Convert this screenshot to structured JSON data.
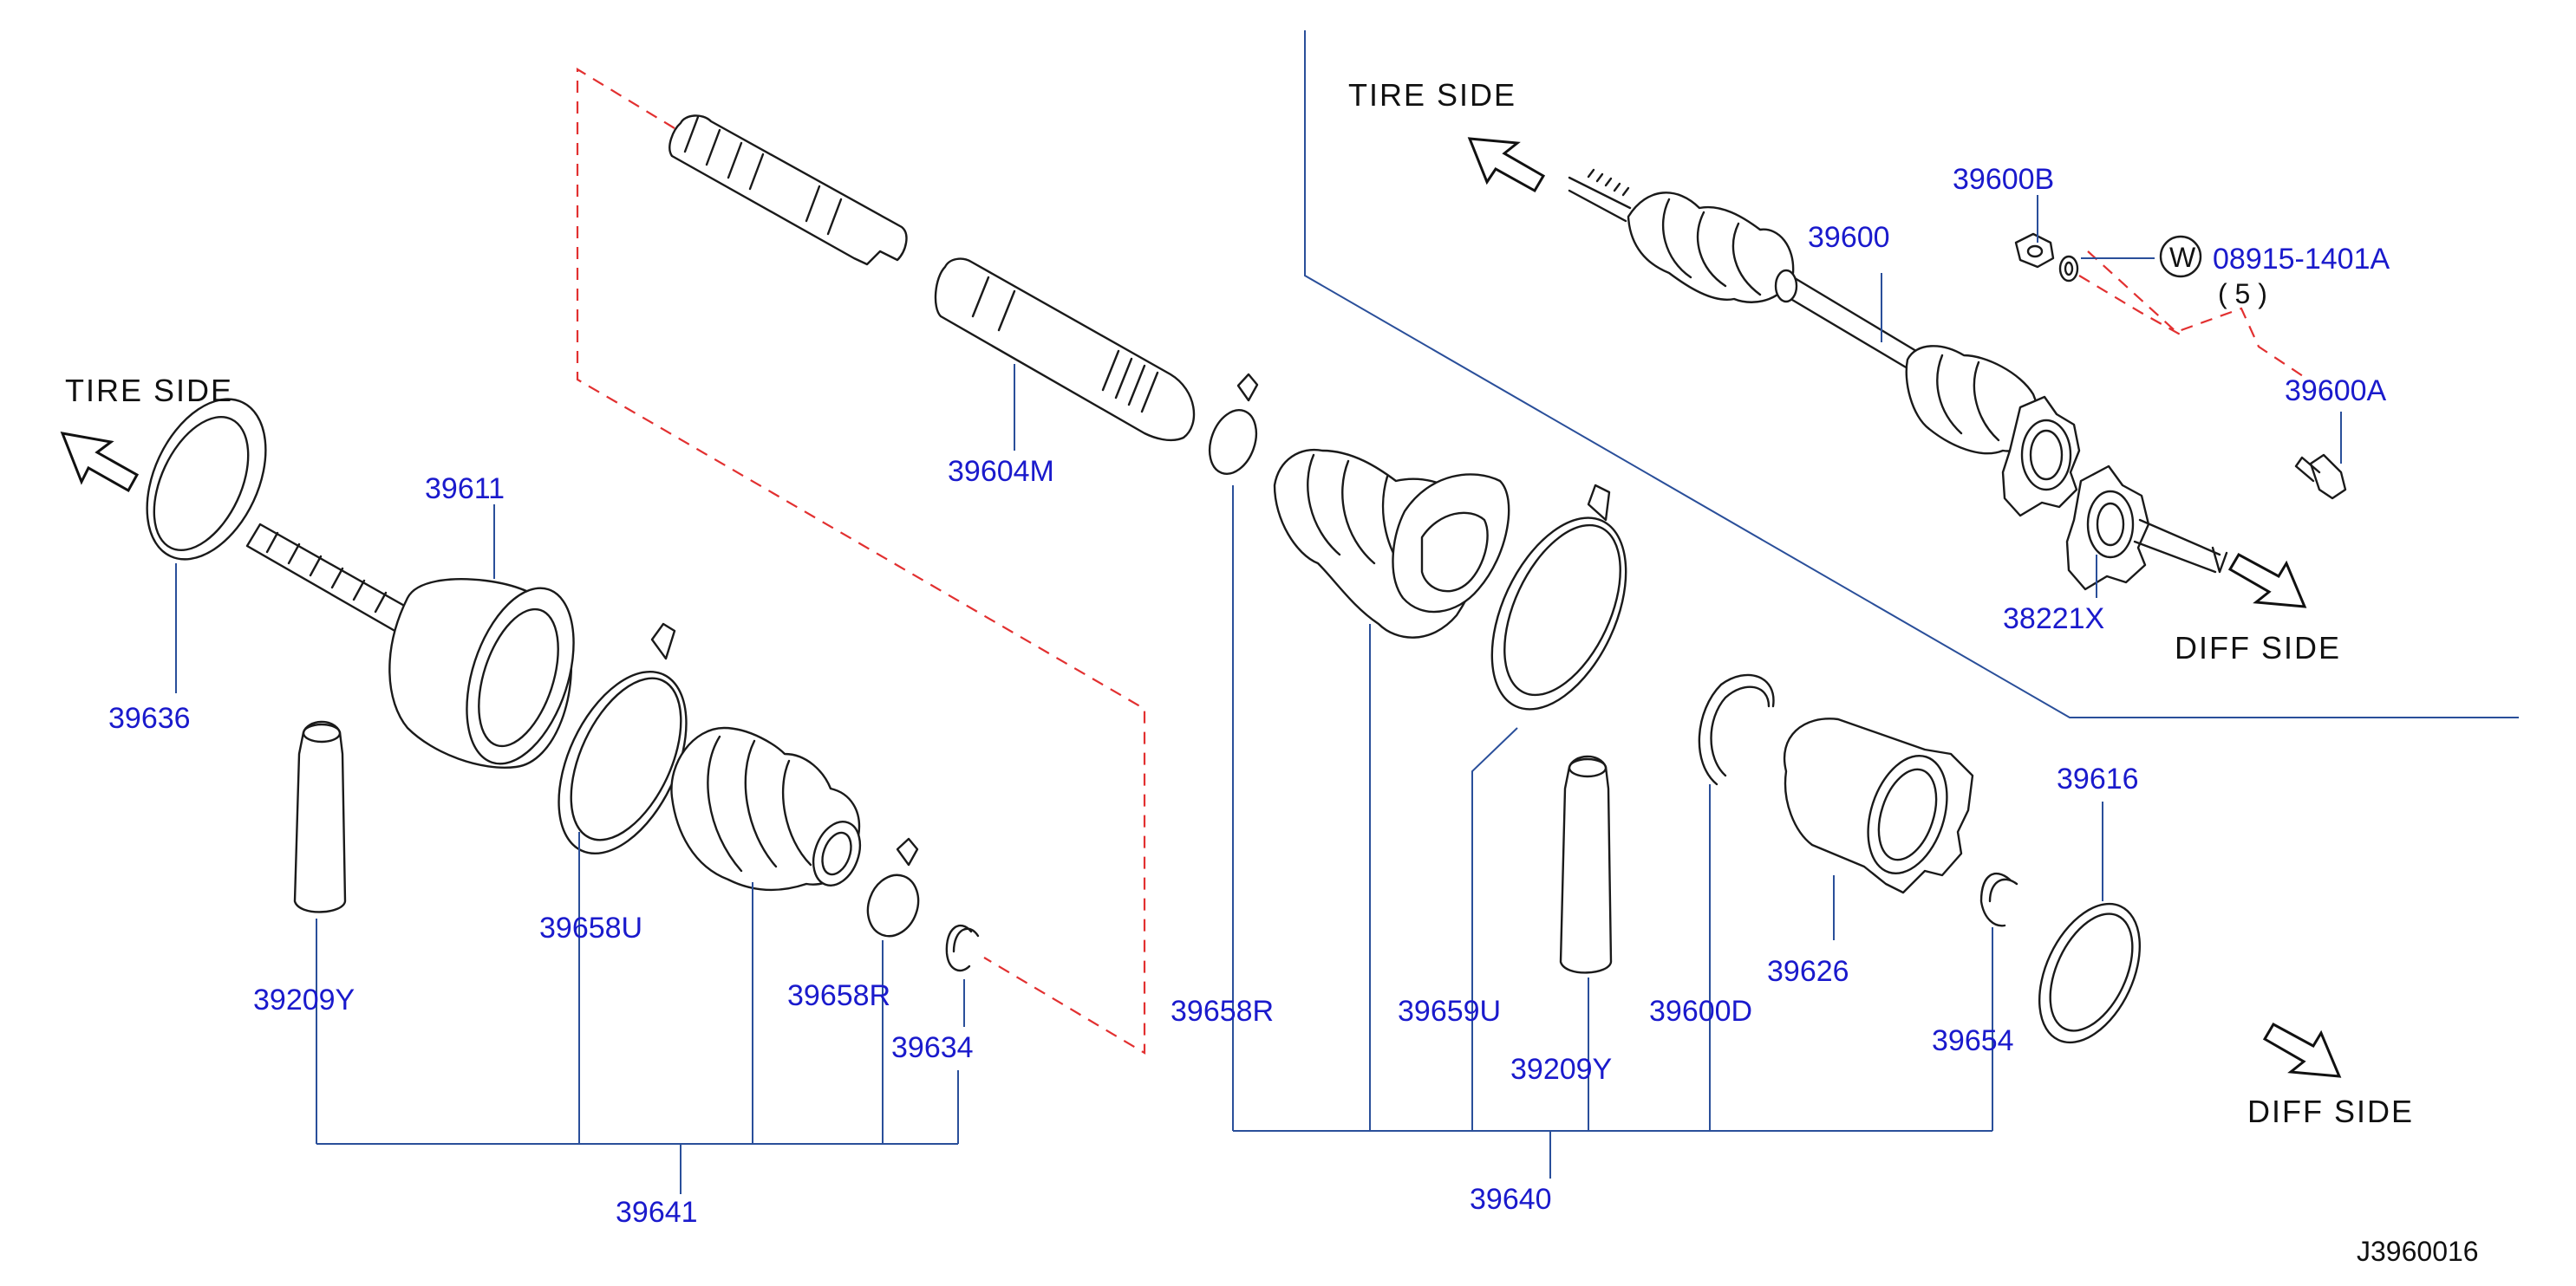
{
  "labels": {
    "tire_side": "TIRE  SIDE",
    "diff_side": "DIFF  SIDE",
    "quantity": "( 5 )",
    "washer_symbol": "W",
    "figure_code": "J3960016"
  },
  "parts": {
    "p39600": "39600",
    "p39600B": "39600B",
    "p08915": "08915-1401A",
    "p39600A": "39600A",
    "p38221X": "38221X",
    "p39604M": "39604M",
    "p39611": "39611",
    "p39636": "39636",
    "p39209Y_left": "39209Y",
    "p39658U": "39658U",
    "p39658R_left": "39658R",
    "p39634": "39634",
    "p39641": "39641",
    "p39658R_right": "39658R",
    "p39659U": "39659U",
    "p39209Y_right": "39209Y",
    "p39600D": "39600D",
    "p39626": "39626",
    "p39654": "39654",
    "p39616": "39616",
    "p39640": "39640"
  },
  "colors": {
    "part_number": "#1a1acc",
    "leader_line": "#2a4f9a",
    "dashed_outline": "#e23030",
    "drawing": "#1a1a1a"
  },
  "icons": {
    "direction_arrow": "hollow-arrow-icon"
  }
}
